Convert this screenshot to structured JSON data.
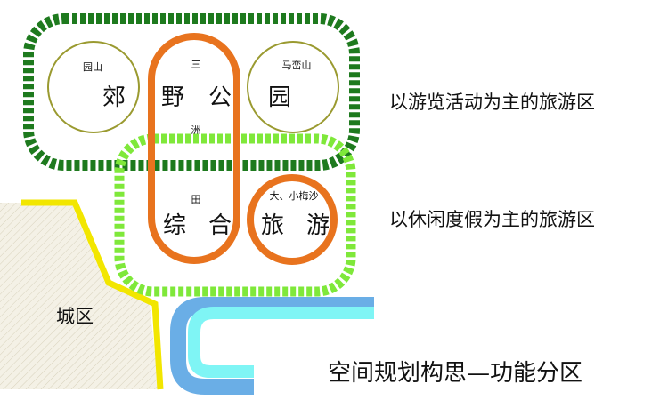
{
  "labels": {
    "yuanshan": "园山",
    "jiao": "郊",
    "san": "三",
    "ye": "野",
    "gong": "公",
    "zhou": "洲",
    "mamanshan": "马峦山",
    "yuan": "园",
    "tian": "田",
    "zong": "综",
    "he": "合",
    "daxiaomeisha": "大、小梅沙",
    "lv": "旅",
    "you": "游",
    "city": "城区"
  },
  "legend": {
    "sightseeing": "以游览活动为主的旅游区",
    "leisure": "以休闲度假为主的旅游区"
  },
  "title": "空间规划构思—功能分区",
  "colors": {
    "dark_green": "#1e7a1e",
    "light_green": "#7fe83a",
    "orange": "#e8731e",
    "olive": "#9a9a30",
    "yellow": "#f2e600",
    "cyan": "#7ff5f5",
    "blue": "#6aaee6"
  }
}
